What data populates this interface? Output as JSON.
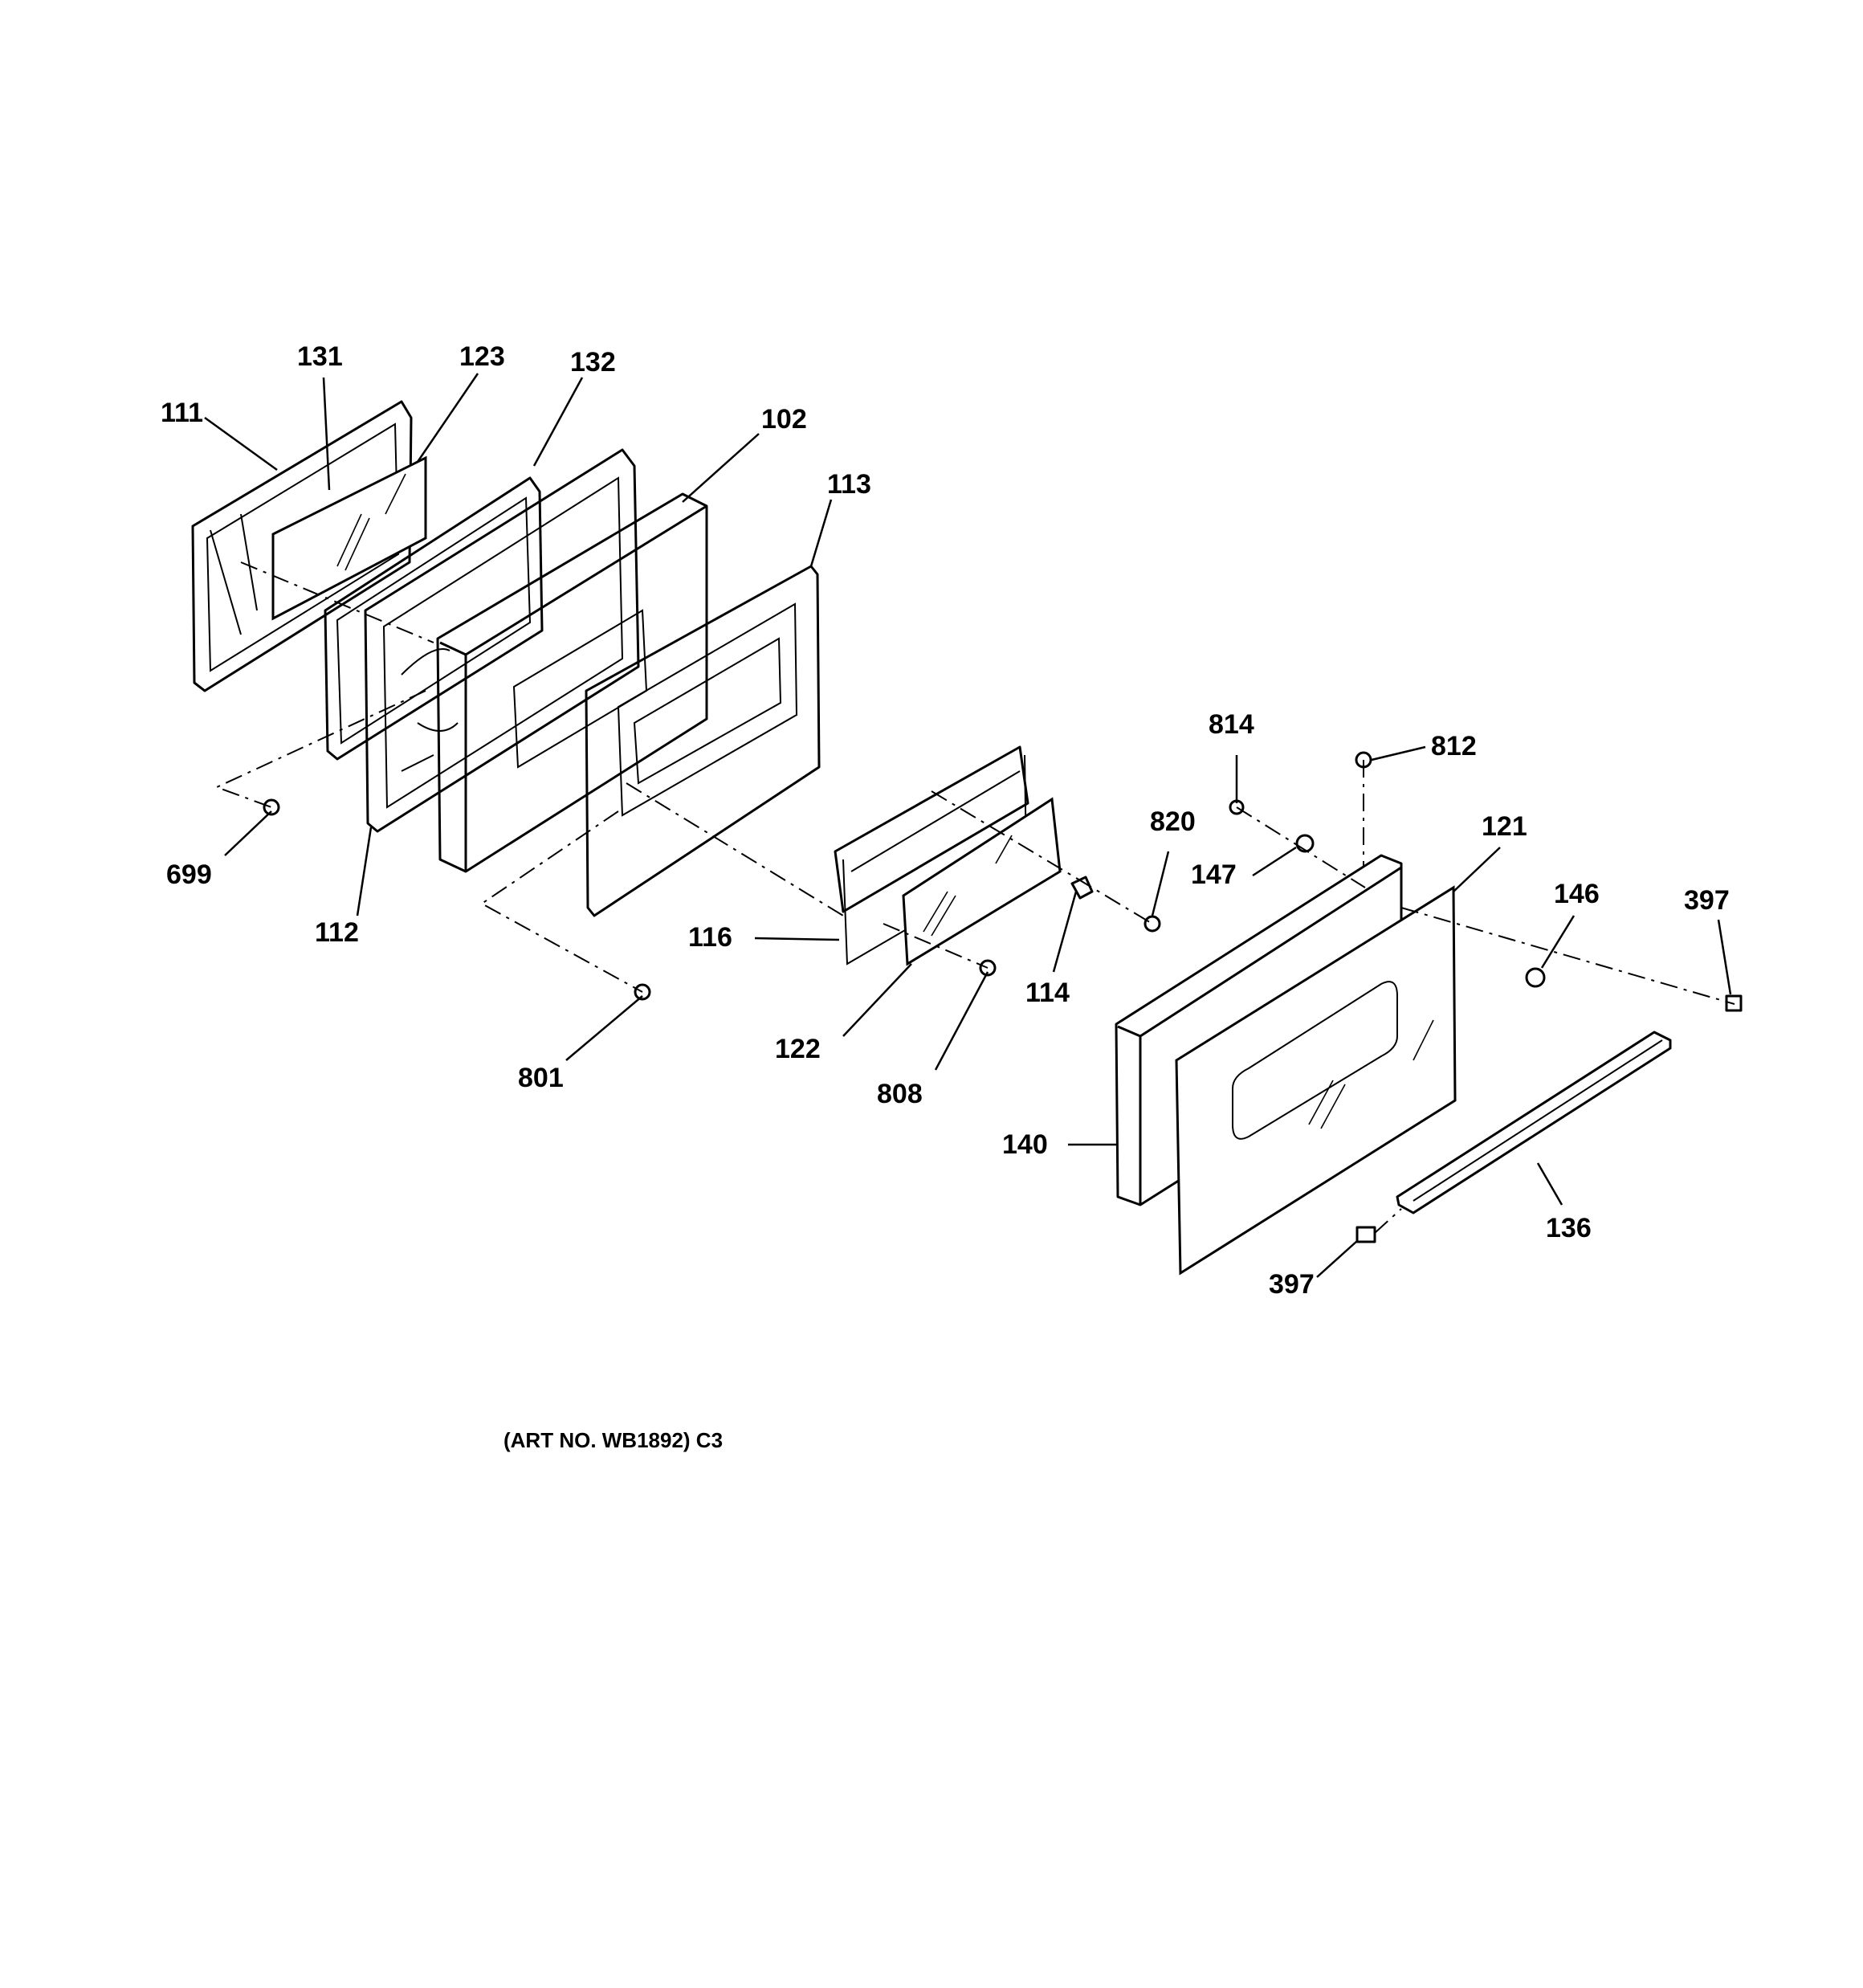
{
  "caption": "(ART NO. WB1892) C3",
  "callouts": {
    "c111": "111",
    "c131": "131",
    "c123": "123",
    "c132": "132",
    "c102": "102",
    "c113": "113",
    "c699": "699",
    "c112": "112",
    "c116": "116",
    "c801": "801",
    "c122": "122",
    "c808": "808",
    "c114": "114",
    "c820": "820",
    "c814": "814",
    "c812": "812",
    "c147": "147",
    "c121": "121",
    "c146": "146",
    "c397a": "397",
    "c140": "140",
    "c136": "136",
    "c397b": "397"
  }
}
